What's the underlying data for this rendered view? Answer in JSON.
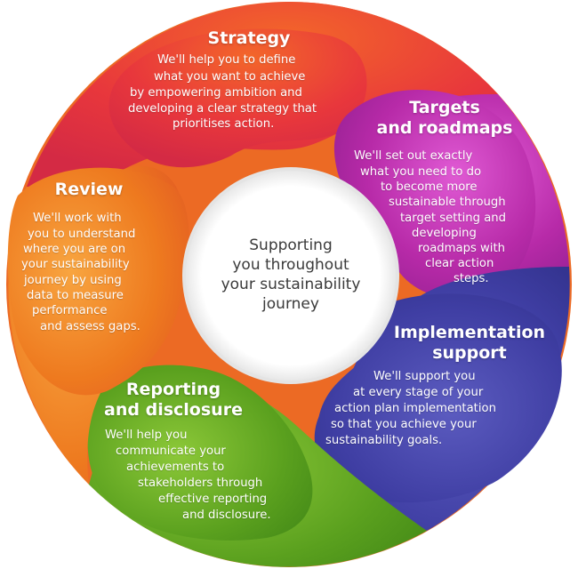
{
  "center": {
    "text": "Supporting\nyou throughout\nyour sustainability\njourney"
  },
  "segments": {
    "strategy": {
      "title": "Strategy",
      "lines": [
        "We'll help you to define",
        "what you want to achieve",
        "by empowering ambition and",
        "developing a clear strategy that",
        "prioritises action."
      ],
      "color": "#e83a3e"
    },
    "targets": {
      "title": "Targets\nand roadmaps",
      "lines": [
        "We'll set out exactly",
        "what you need to do",
        "to become more",
        "sustainable through",
        "target setting and",
        "developing",
        "roadmaps with",
        "clear action",
        "steps."
      ],
      "color": "#a8209c"
    },
    "implementation": {
      "title": "Implementation\nsupport",
      "lines": [
        "We'll support you",
        "at every stage of your",
        "action plan implementation",
        "so that you achieve your",
        "sustainability goals."
      ],
      "color": "#3f3c9e"
    },
    "reporting": {
      "title": "Reporting\nand disclosure",
      "lines": [
        "We'll help you",
        "communicate your",
        "achievements to",
        "stakeholders through",
        "effective reporting",
        "and disclosure."
      ],
      "color": "#5aa01e"
    },
    "review": {
      "title": "Review",
      "lines": [
        "We'll work with",
        "you to understand",
        "where you are on",
        "your sustainability",
        "journey by using",
        "data to measure",
        "performance",
        "and assess gaps."
      ],
      "color": "#ee7a1f"
    }
  }
}
